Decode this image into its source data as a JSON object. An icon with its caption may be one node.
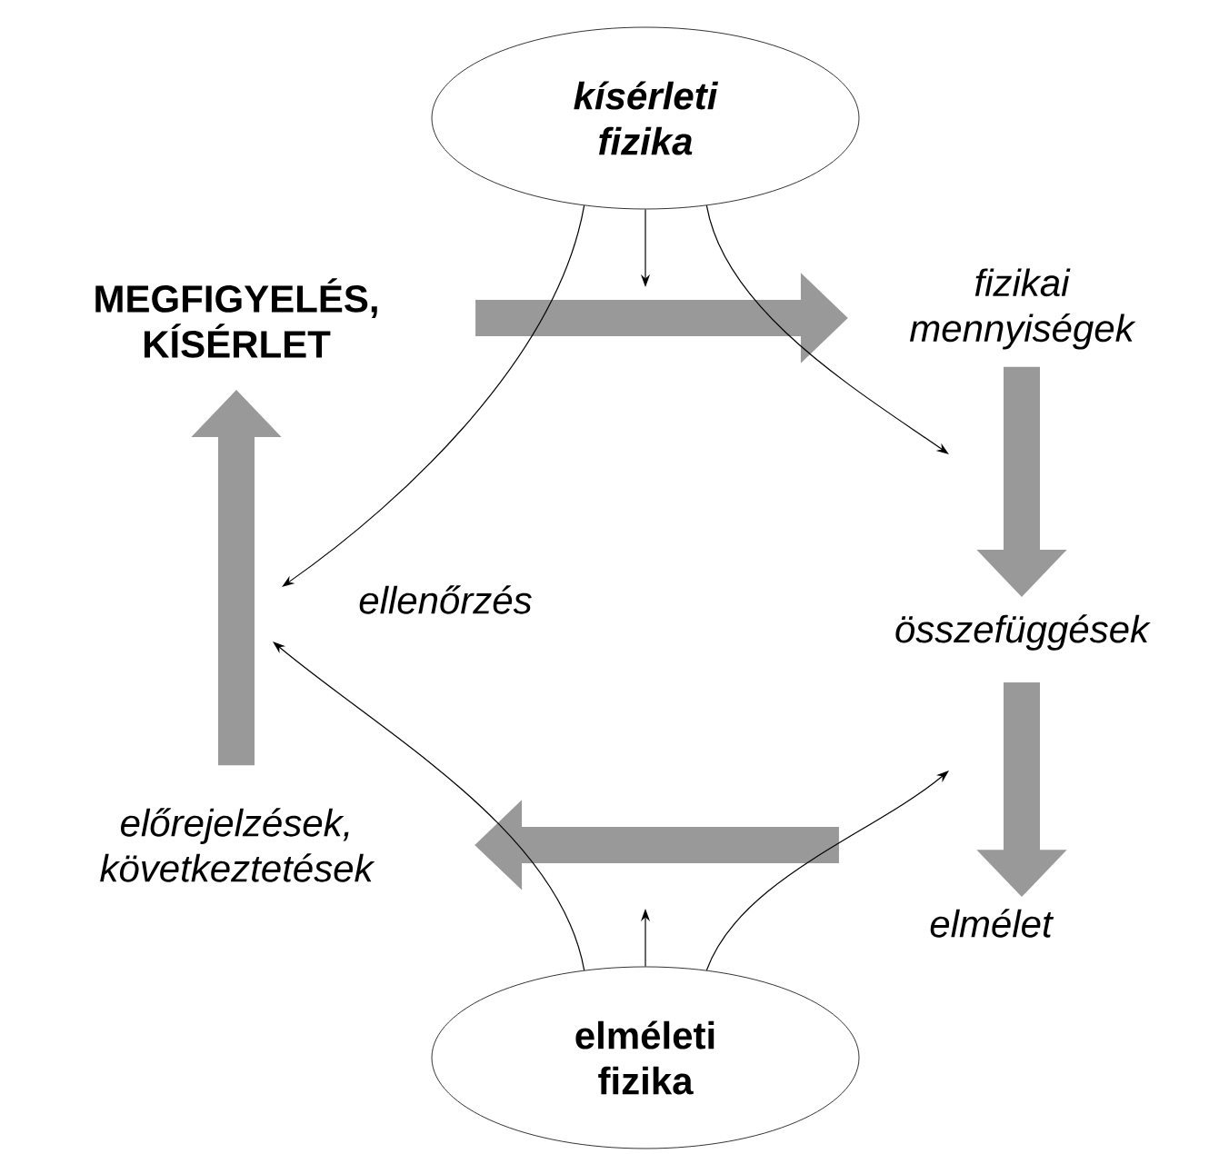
{
  "diagram": {
    "nodes": [
      {
        "text": [
          "kísérleti fizika"
        ]
      },
      {
        "text": [
          "MEGFIGYELÉS, KÍSÉRLET"
        ]
      },
      {
        "text": [
          "fizikai mennyiségek"
        ]
      },
      {
        "text": [
          "összefüggések"
        ]
      },
      {
        "text": [
          "elmélet"
        ]
      },
      {
        "text": [
          "előrejelzések, következtetések"
        ]
      },
      {
        "text": [
          "elméleti fizika"
        ]
      }
    ],
    "edges": [
      {
        "from": 1,
        "to": 2,
        "arrow": "to",
        "style": "thick",
        "color": "#999999"
      },
      {
        "from": 2,
        "to": 3,
        "arrow": "to",
        "style": "thick",
        "color": "#999999"
      },
      {
        "from": 3,
        "to": 4,
        "arrow": "to",
        "style": "thick",
        "color": "#999999"
      },
      {
        "from": 4,
        "to": 5,
        "arrow": "to",
        "style": "thick",
        "color": "#999999"
      },
      {
        "from": 5,
        "to": 1,
        "arrow": "to",
        "style": "thick",
        "color": "#999999"
      },
      {
        "from": 0,
        "to": null,
        "arrow": "to"
      },
      {
        "from": 0,
        "to": null,
        "arrow": "to"
      },
      {
        "from": 0,
        "to": null,
        "arrow": "to"
      },
      {
        "from": 6,
        "to": null,
        "arrow": "to"
      },
      {
        "from": 6,
        "to": null,
        "arrow": "to"
      },
      {
        "from": 6,
        "to": null,
        "arrow": "to"
      }
    ],
    "labels": [
      "ellenőrzés"
    ]
  }
}
